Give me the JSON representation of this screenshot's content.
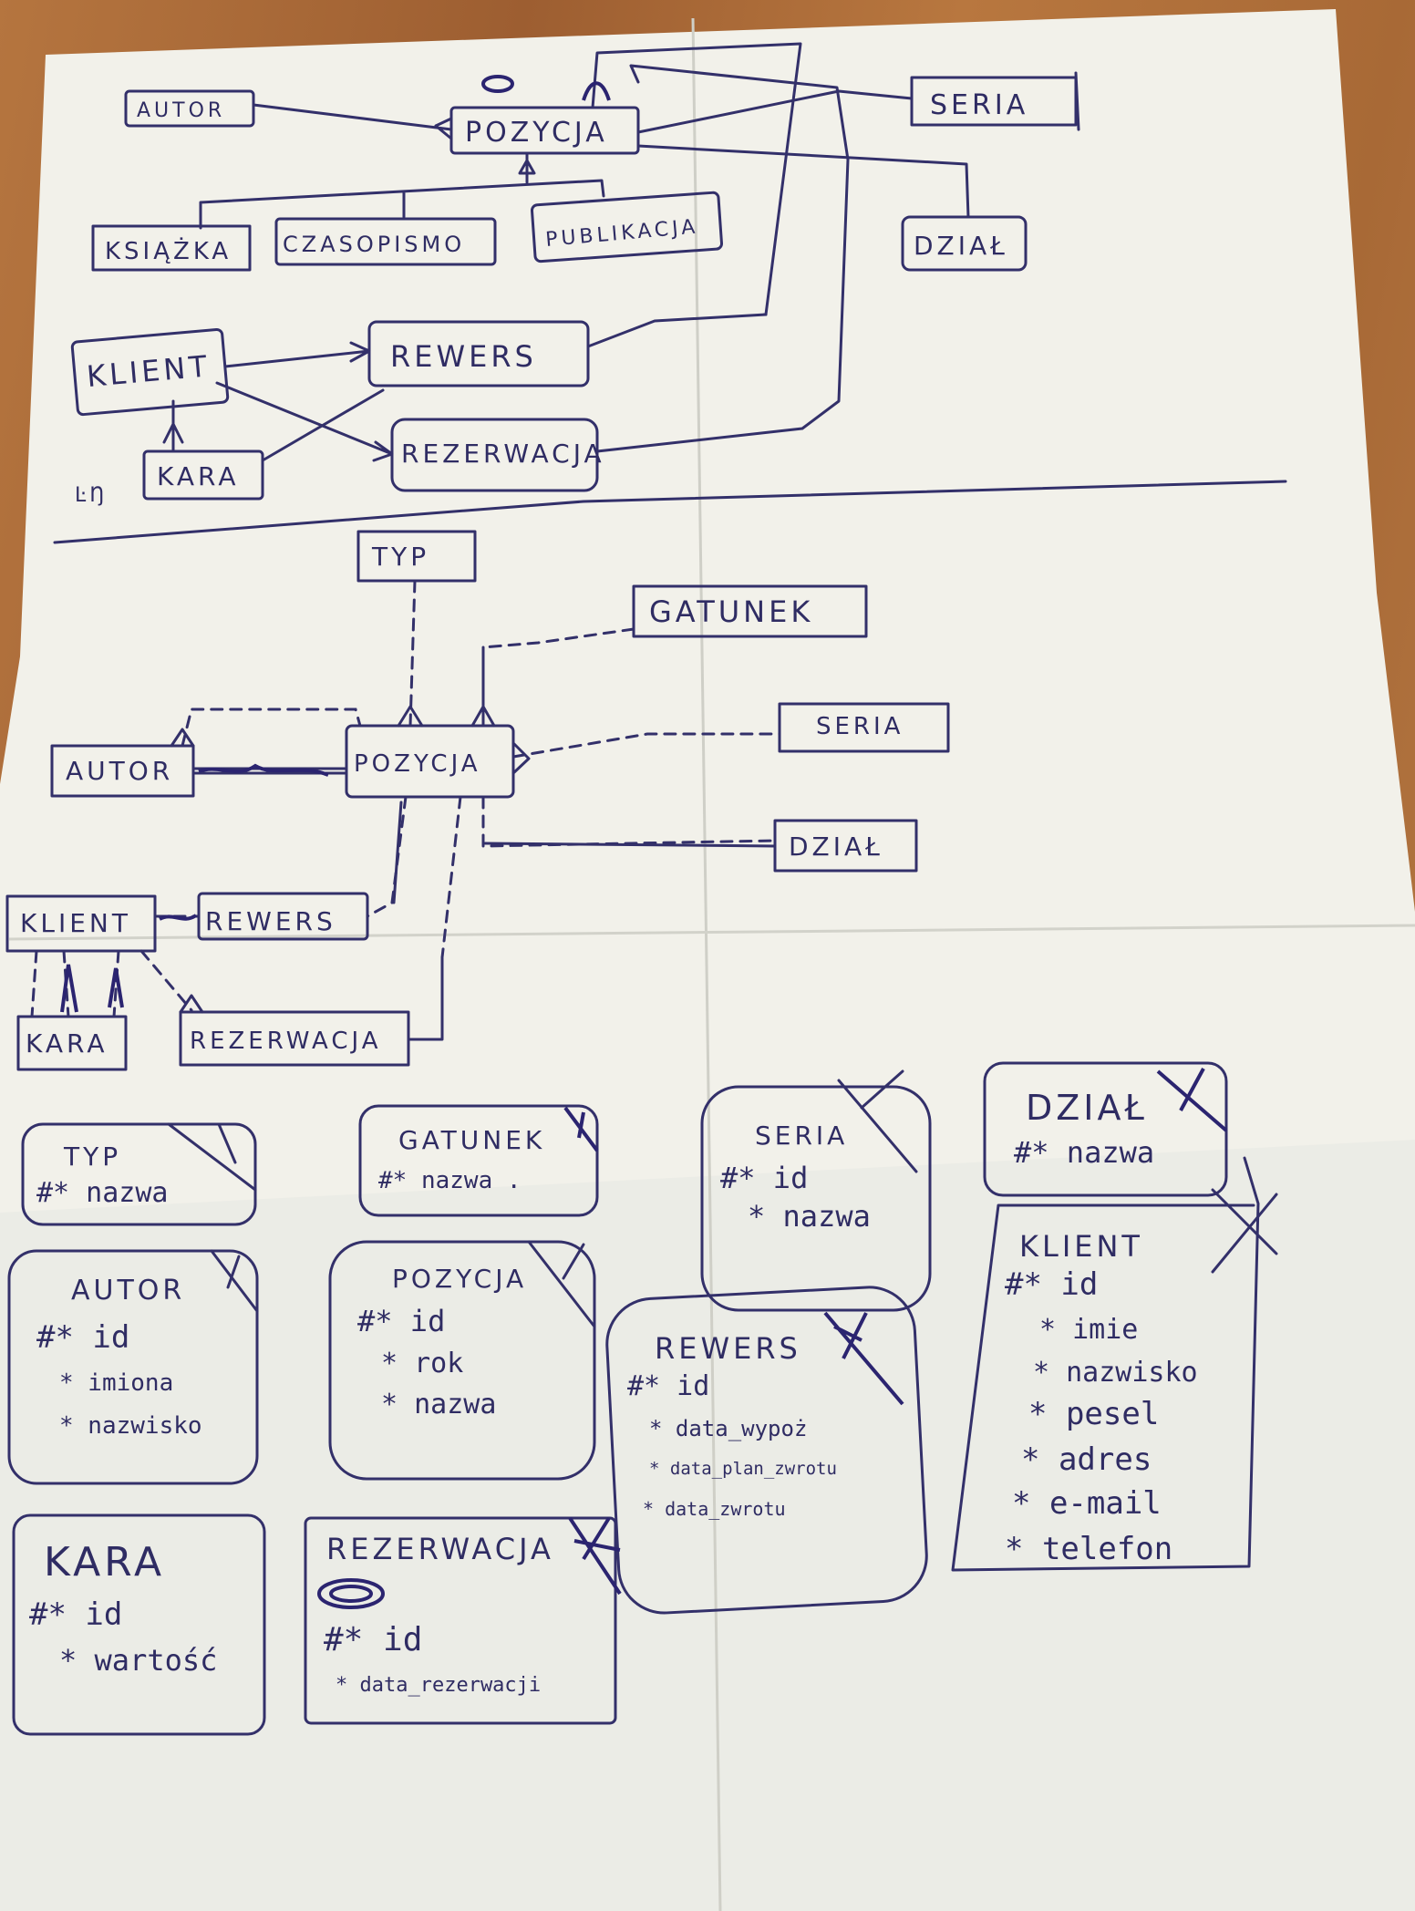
{
  "diagram_top": {
    "entities": {
      "autor": "AUTOR",
      "pozycja": "POZYCJA",
      "seria": "SERIA",
      "dzial": "DZIAŁ",
      "ksiazka": "KSIĄŻKA",
      "czasopismo": "CZASOPISMO",
      "publikacja": "PUBLIKACJA",
      "klient": "KLIENT",
      "rewers": "REWERS",
      "rezerwacja": "REZERWACJA",
      "kara": "KARA"
    },
    "corner_mark": "ĿŊ"
  },
  "diagram_middle": {
    "entities": {
      "typ": "TYP",
      "gatunek": "GATUNEK",
      "autor": "AUTOR",
      "pozycja": "POZYCJA",
      "seria": "SERIA",
      "dzial": "DZIAŁ",
      "klient": "KLIENT",
      "rewers": "REWERS",
      "kara": "KARA",
      "rezerwacja": "REZERWACJA"
    }
  },
  "tables": {
    "typ": {
      "name": "TYP",
      "attrs": [
        "#* nazwa"
      ]
    },
    "gatunek": {
      "name": "GATUNEK",
      "attrs": [
        "#* nazwa ."
      ]
    },
    "seria": {
      "name": "SERIA",
      "attrs": [
        "#* id",
        "* nazwa"
      ]
    },
    "dzial": {
      "name": "DZIAŁ",
      "attrs": [
        "#* nazwa"
      ]
    },
    "autor": {
      "name": "AUTOR",
      "attrs": [
        "#* id",
        "* imiona",
        "* nazwisko"
      ]
    },
    "pozycja": {
      "name": "POZYCJA",
      "attrs": [
        "#* id",
        "* rok",
        "* nazwa"
      ]
    },
    "rewers": {
      "name": "REWERS",
      "attrs": [
        "#* id",
        "* data_wypoż",
        "* data_plan_zwrotu",
        "* data_zwrotu"
      ]
    },
    "klient": {
      "name": "KLIENT",
      "attrs": [
        "#* id",
        "* imie",
        "* nazwisko",
        "* pesel",
        "* adres",
        "* e-mail",
        "* telefon"
      ]
    },
    "kara": {
      "name": "KARA",
      "attrs": [
        "#* id",
        "* wartość"
      ]
    },
    "rezerwacja": {
      "name": "REZERWACJA",
      "attrs": [
        "#* id",
        "* data_rezerwacji"
      ]
    }
  },
  "colors": {
    "paper": "#f2f1e9",
    "ink": "#33306a",
    "desk": "#a8683a"
  }
}
